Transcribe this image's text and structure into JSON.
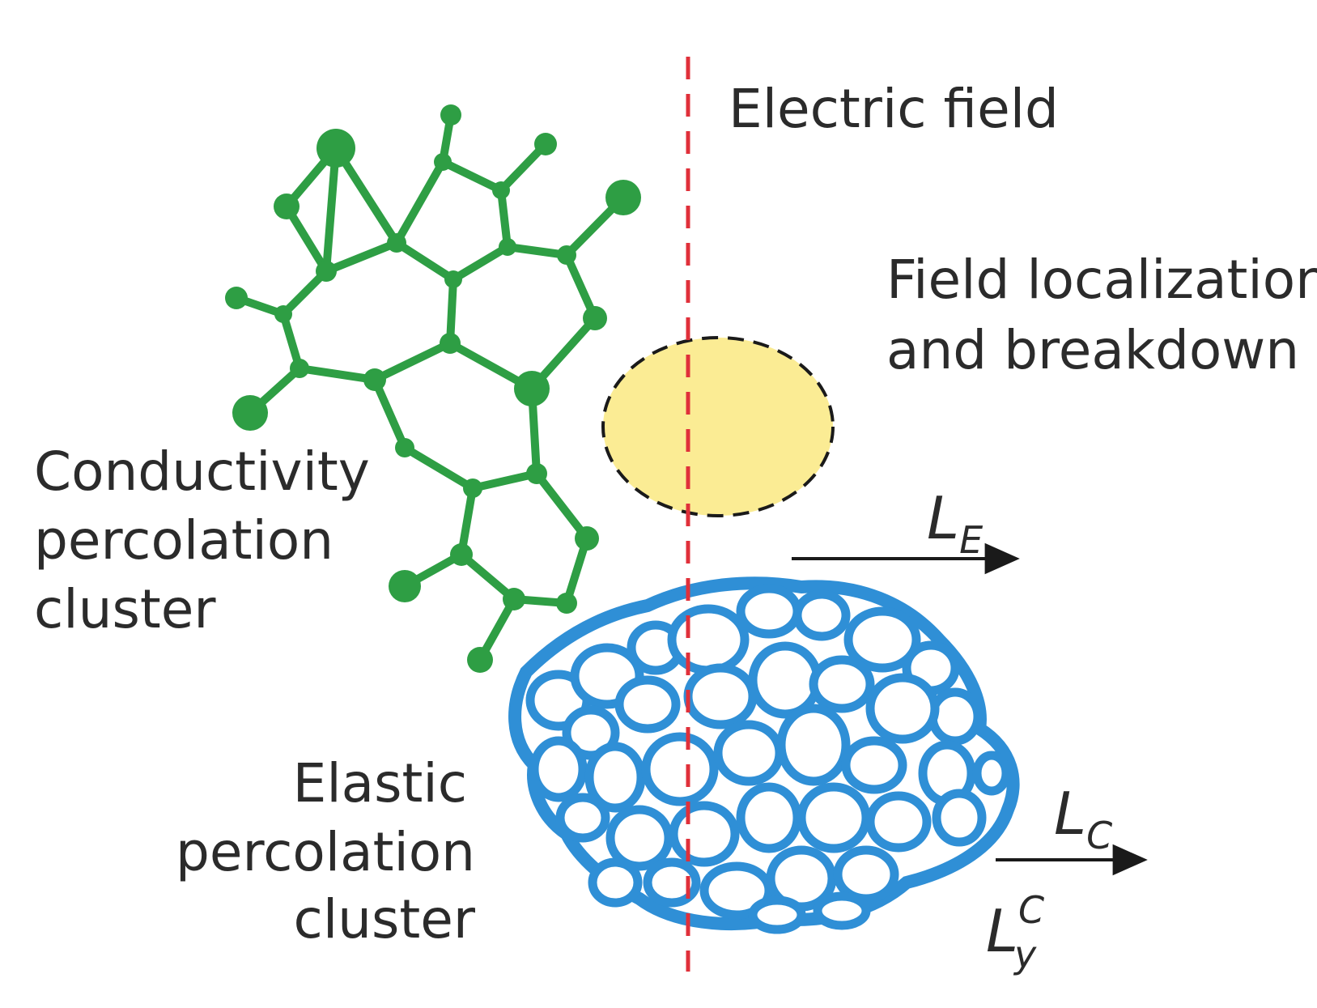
{
  "colors": {
    "conductivity_cluster": "#2e9e44",
    "elastic_cluster": "#2f8fd6",
    "field_line": "#e0303a",
    "breakdown_region": "#fbec94",
    "text": "#2b2b2b"
  },
  "labels": {
    "electric_field": "Electric field",
    "field_localization_line1": "Field localization",
    "field_localization_line2": "and breakdown",
    "conductivity_line1": "Conductivity",
    "conductivity_line2": "percolation",
    "conductivity_line3": "cluster",
    "elastic_line1": "Elastic",
    "elastic_line2": "percolation",
    "elastic_line3": "cluster"
  },
  "symbols": {
    "le_main": "L",
    "le_sub": "E",
    "lc_main": "L",
    "lc_sub": "C",
    "lyc_main": "L",
    "lyc_sub": "y",
    "lyc_sup": "C"
  }
}
